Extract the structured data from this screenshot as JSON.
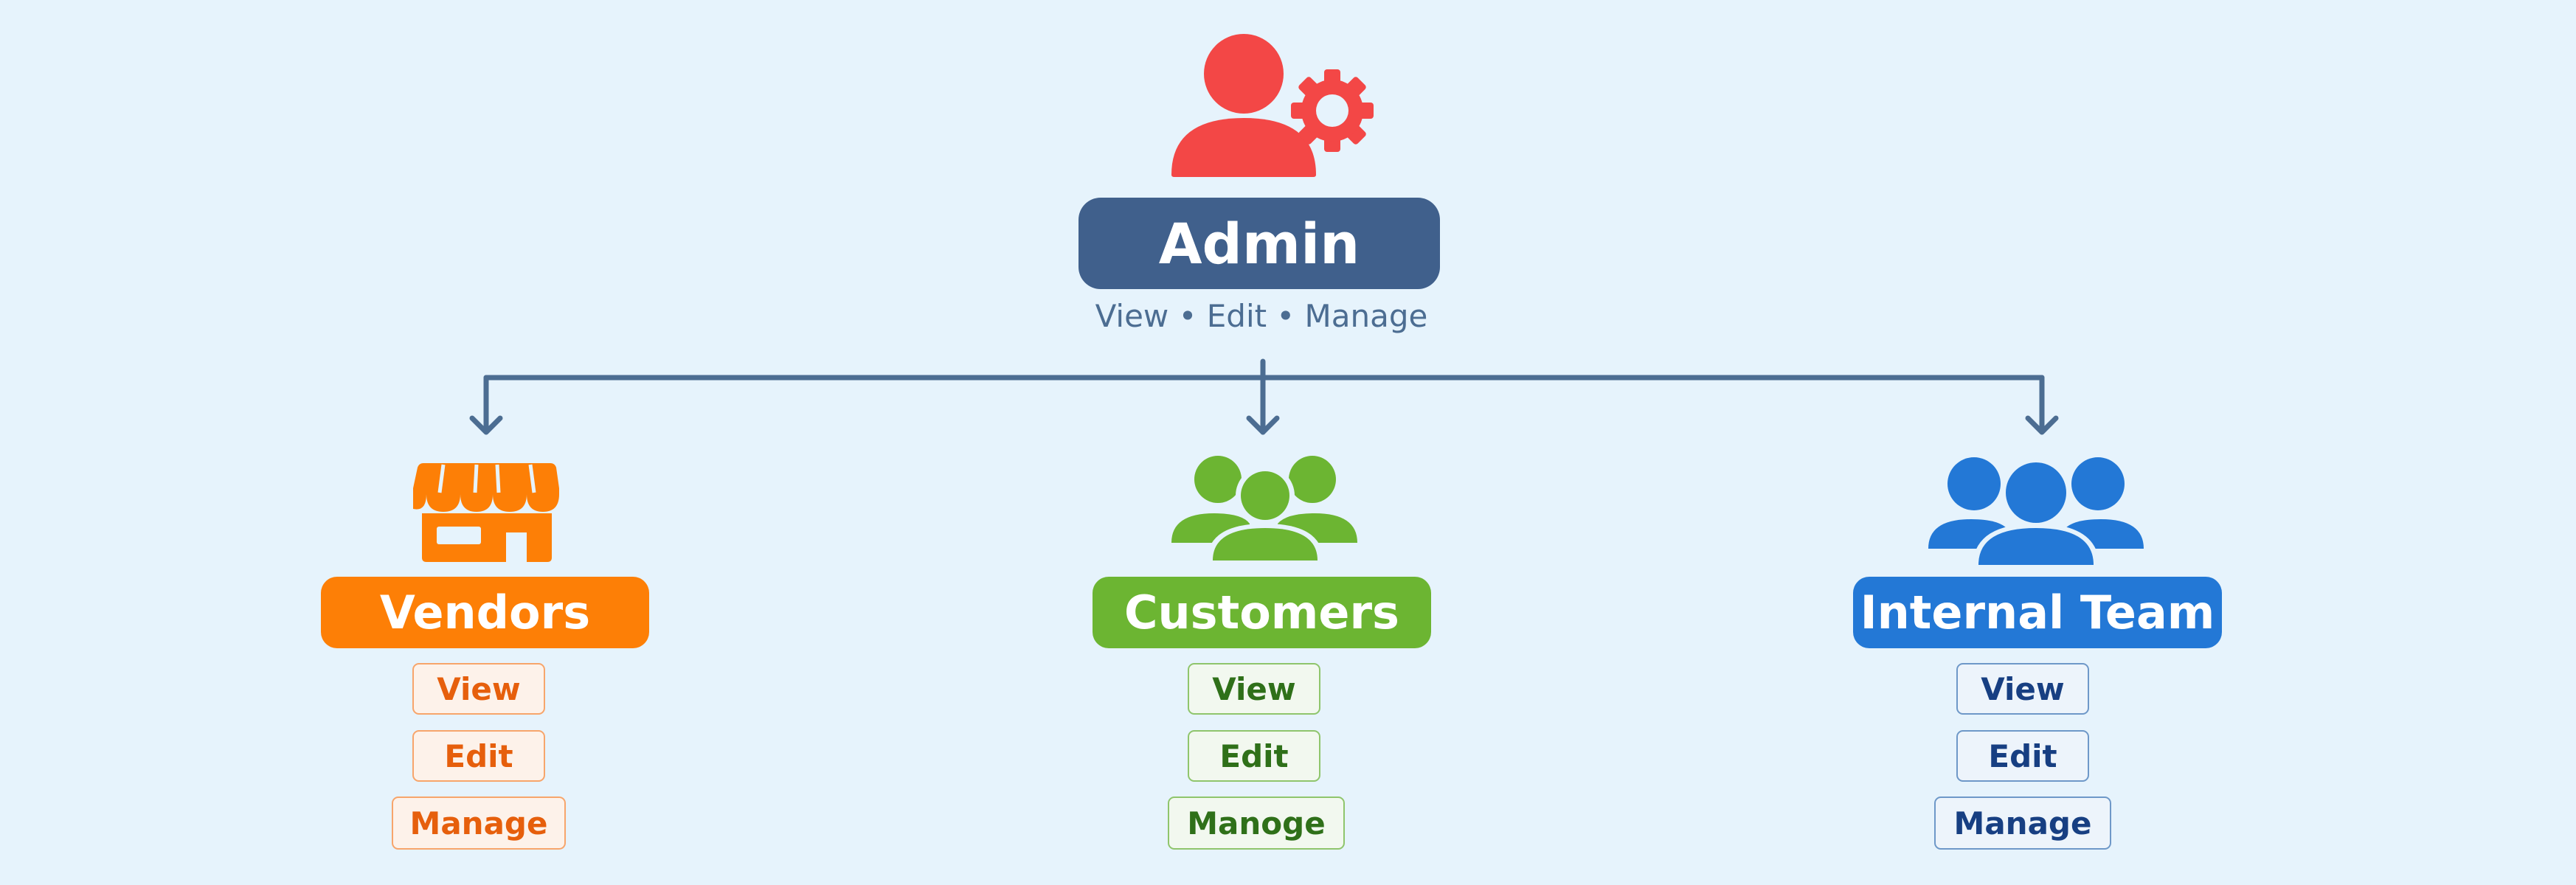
{
  "admin": {
    "label": "Admin",
    "permissions": "View • Edit • Manage",
    "color": "#40608c",
    "icon_color": "#f34746",
    "icon": "admin-gear-icon"
  },
  "connector_color": "#4c6d92",
  "roles": [
    {
      "id": "vendors",
      "label": "Vendors",
      "color": "#fd7f06",
      "icon": "storefront-icon",
      "perm_border": "#f7a56b",
      "perm_bg": "#fdf2ea",
      "perm_text": "#e65f0c",
      "permissions": [
        "View",
        "Edit",
        "Manage"
      ]
    },
    {
      "id": "customers",
      "label": "Customers",
      "color": "#6cb532",
      "icon": "customers-group-icon",
      "perm_border": "#8fc56c",
      "perm_bg": "#f2f8ef",
      "perm_text": "#2f7019",
      "permissions": [
        "View",
        "Edit",
        "Manoge"
      ]
    },
    {
      "id": "internal-team",
      "label": "Internal Team",
      "color": "#2378d6",
      "icon": "team-group-icon",
      "perm_border": "#6e98c8",
      "perm_bg": "#edf4fb",
      "perm_text": "#173f82",
      "permissions": [
        "View",
        "Edit",
        "Manage"
      ]
    }
  ]
}
